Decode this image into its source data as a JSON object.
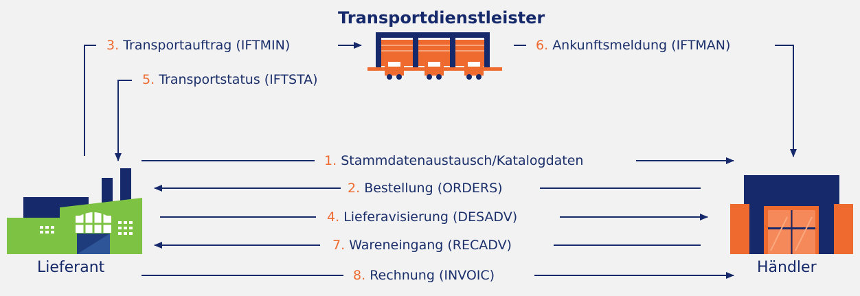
{
  "colors": {
    "background": "#f2f2f2",
    "navy": "#16296a",
    "text": "#1b2f6b",
    "orange": "#ee6a2f",
    "green": "#7dc242"
  },
  "parties": {
    "carrier": "Transportdienstleister",
    "supplier": "Lieferant",
    "retailer": "Händler"
  },
  "messages": [
    {
      "num": "1.",
      "text": "Stammdatenaustausch/Katalogdaten",
      "direction": "supplier-to-retailer"
    },
    {
      "num": "2.",
      "text": "Bestellung (ORDERS)",
      "direction": "retailer-to-supplier"
    },
    {
      "num": "3.",
      "text": "Transportauftrag (IFTMIN)",
      "direction": "supplier-to-carrier"
    },
    {
      "num": "4.",
      "text": "Lieferavisierung (DESADV)",
      "direction": "supplier-to-retailer"
    },
    {
      "num": "5.",
      "text": "Transportstatus (IFTSTA)",
      "direction": "carrier-to-supplier"
    },
    {
      "num": "6.",
      "text": "Ankunftsmeldung (IFTMAN)",
      "direction": "carrier-to-retailer"
    },
    {
      "num": "7.",
      "text": "Wareneingang (RECADV)",
      "direction": "retailer-to-supplier"
    },
    {
      "num": "8.",
      "text": "Rechnung (INVOIC)",
      "direction": "supplier-to-retailer"
    }
  ],
  "icons": {
    "carrier": "warehouse-with-trucks-icon",
    "supplier": "factory-icon",
    "retailer": "store-icon"
  }
}
